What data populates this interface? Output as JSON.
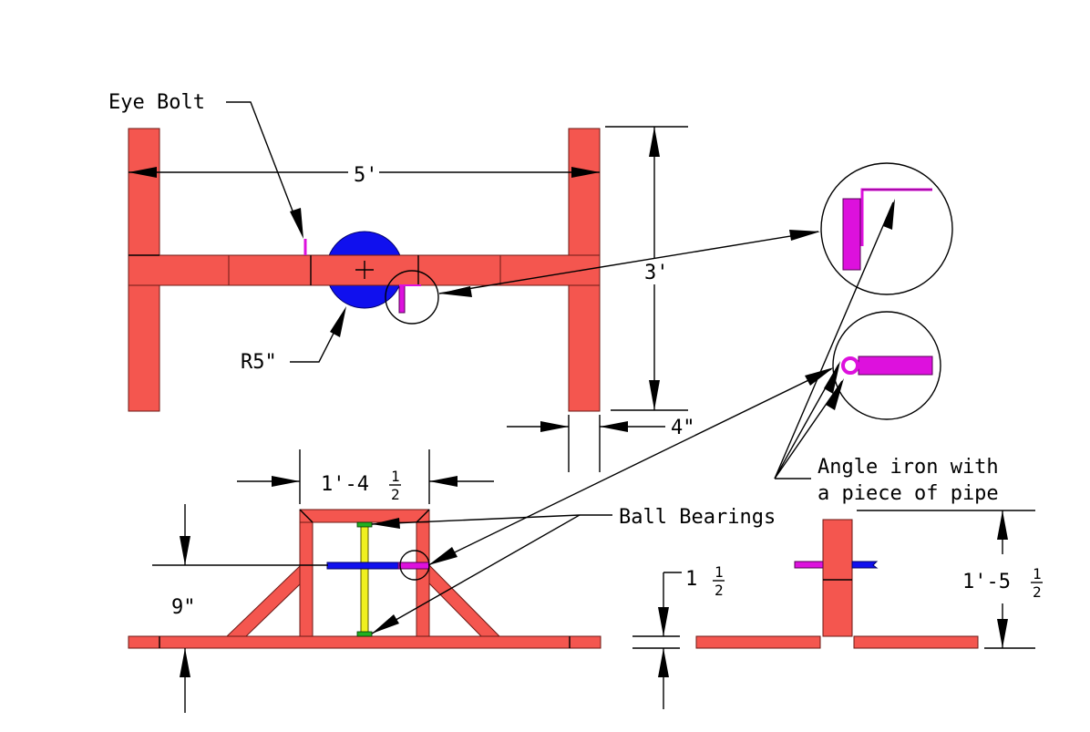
{
  "colors": {
    "frame": "#f4564f",
    "axle": "#1010ee",
    "angle_iron": "#dd11dd",
    "bearing_shaft": "#f0f020",
    "bearing": "#22b022"
  },
  "labels": {
    "eye_bolt": "Eye Bolt",
    "width_5ft": "5'",
    "height_3ft": "3'",
    "radius": "R5\"",
    "beam_4in": "4\"",
    "angle_iron_line1": "Angle iron with",
    "angle_iron_line2": "a piece of pipe",
    "ball_bearings": "Ball Bearings",
    "dim_9in": "9\"",
    "dim_1ft4_whole": "1'-4",
    "dim_1ft5_whole": "1'-5",
    "dim_1_whole": "1",
    "frac_num": "1",
    "frac_den": "2"
  }
}
